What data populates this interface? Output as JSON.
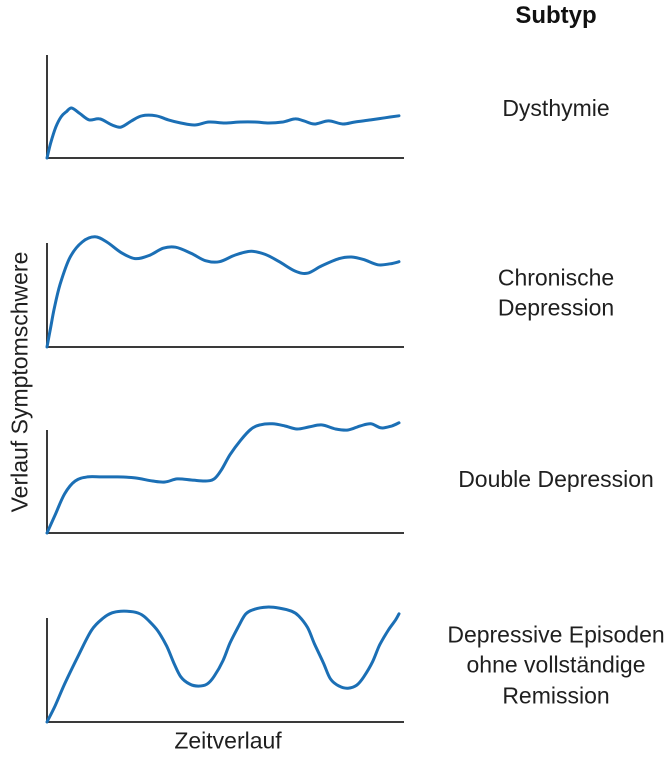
{
  "header": {
    "title": "Subtyp"
  },
  "axes": {
    "y_label": "Verlauf Symptomschwere",
    "x_label": "Zeitverlauf"
  },
  "colors": {
    "curve": "#1b6fb5",
    "axis": "#3a3a3a",
    "text": "#1f1f1f",
    "background": "#ffffff"
  },
  "rows": [
    {
      "label": "Dysthymie"
    },
    {
      "label": "Chronische Depression"
    },
    {
      "label": "Double Depression"
    },
    {
      "label": "Depressive Episoden ohne vollständige Remission"
    }
  ],
  "chart_data": [
    {
      "type": "line",
      "title": "Dysthymie",
      "xlabel": "Zeitverlauf",
      "ylabel": "Verlauf Symptomschwere",
      "x_range": [
        0,
        100
      ],
      "y_range": [
        0,
        100
      ],
      "note": "axes unlabeled; values normalized, 100 = top of y-axis",
      "points": [
        [
          0,
          0
        ],
        [
          1,
          14
        ],
        [
          2.5,
          30
        ],
        [
          4,
          40
        ],
        [
          5.5,
          45
        ],
        [
          7,
          48.5
        ],
        [
          9.4,
          43
        ],
        [
          12,
          37
        ],
        [
          15,
          38
        ],
        [
          18.5,
          32
        ],
        [
          21,
          30
        ],
        [
          24,
          36
        ],
        [
          27,
          41
        ],
        [
          31,
          41
        ],
        [
          34.5,
          37
        ],
        [
          38,
          34
        ],
        [
          42,
          32
        ],
        [
          46,
          35
        ],
        [
          50.5,
          34
        ],
        [
          55,
          35
        ],
        [
          59,
          35
        ],
        [
          63,
          34
        ],
        [
          67,
          35
        ],
        [
          70.5,
          38
        ],
        [
          73,
          36
        ],
        [
          76,
          33
        ],
        [
          80,
          36
        ],
        [
          84,
          33
        ],
        [
          87.5,
          35
        ],
        [
          92,
          37
        ],
        [
          96,
          39
        ],
        [
          100,
          41
        ]
      ]
    },
    {
      "type": "line",
      "title": "Chronische Depression",
      "xlabel": "Zeitverlauf",
      "ylabel": "Verlauf Symptomschwere",
      "x_range": [
        0,
        100
      ],
      "y_range": [
        0,
        100
      ],
      "note": "axes unlabeled; values normalized, 100 = top of y-axis",
      "points": [
        [
          0,
          0
        ],
        [
          1,
          18
        ],
        [
          2,
          36
        ],
        [
          3.7,
          60
        ],
        [
          6.5,
          86
        ],
        [
          10,
          101
        ],
        [
          13.6,
          106
        ],
        [
          17,
          101
        ],
        [
          21,
          91
        ],
        [
          25,
          85
        ],
        [
          29,
          88
        ],
        [
          33,
          95
        ],
        [
          36.5,
          96
        ],
        [
          41,
          90
        ],
        [
          45,
          83
        ],
        [
          49,
          82
        ],
        [
          53.5,
          88.5
        ],
        [
          58,
          92
        ],
        [
          62,
          89
        ],
        [
          66,
          82
        ],
        [
          70.5,
          73
        ],
        [
          74,
          71
        ],
        [
          78,
          78
        ],
        [
          83,
          85
        ],
        [
          86.5,
          86.5
        ],
        [
          90,
          84
        ],
        [
          94,
          79
        ],
        [
          97.5,
          80
        ],
        [
          100,
          82
        ]
      ]
    },
    {
      "type": "line",
      "title": "Double Depression",
      "xlabel": "Zeitverlauf",
      "ylabel": "Verlauf Symptomschwere",
      "x_range": [
        0,
        100
      ],
      "y_range": [
        0,
        100
      ],
      "note": "axes unlabeled; values normalized, 100 = top of y-axis",
      "points": [
        [
          0,
          0
        ],
        [
          2.3,
          17.5
        ],
        [
          5,
          38
        ],
        [
          8,
          50.5
        ],
        [
          11.5,
          54.5
        ],
        [
          15.5,
          54.5
        ],
        [
          20,
          54.5
        ],
        [
          25,
          53.5
        ],
        [
          30,
          50.5
        ],
        [
          33.5,
          49.5
        ],
        [
          37,
          52.5
        ],
        [
          41,
          51.5
        ],
        [
          45,
          50.5
        ],
        [
          47.5,
          52.5
        ],
        [
          49.5,
          61
        ],
        [
          52,
          76
        ],
        [
          55,
          90
        ],
        [
          58,
          101
        ],
        [
          60.5,
          105
        ],
        [
          64,
          106
        ],
        [
          67.5,
          104
        ],
        [
          71,
          101
        ],
        [
          74.5,
          103
        ],
        [
          78,
          105
        ],
        [
          82,
          101
        ],
        [
          85.5,
          100
        ],
        [
          89,
          104
        ],
        [
          92,
          106
        ],
        [
          95,
          102
        ],
        [
          98,
          104
        ],
        [
          100,
          107
        ]
      ]
    },
    {
      "type": "line",
      "title": "Depressive Episoden ohne vollständige Remission",
      "xlabel": "Zeitverlauf",
      "ylabel": "Verlauf Symptomschwere",
      "x_range": [
        0,
        100
      ],
      "y_range": [
        0,
        100
      ],
      "note": "axes unlabeled; values normalized, 100 = top of y-axis",
      "points": [
        [
          0,
          0
        ],
        [
          2.3,
          15.5
        ],
        [
          5,
          36.5
        ],
        [
          9,
          64.5
        ],
        [
          12.7,
          88.5
        ],
        [
          16,
          100
        ],
        [
          18.5,
          105
        ],
        [
          21,
          106.5
        ],
        [
          24.5,
          106
        ],
        [
          27,
          103
        ],
        [
          29,
          97
        ],
        [
          31.5,
          87.5
        ],
        [
          34,
          73
        ],
        [
          36,
          57
        ],
        [
          38,
          43.5
        ],
        [
          40.5,
          36.5
        ],
        [
          43,
          34.5
        ],
        [
          45.5,
          36.5
        ],
        [
          47.5,
          44
        ],
        [
          50,
          59
        ],
        [
          52,
          76
        ],
        [
          54.5,
          92.5
        ],
        [
          56.5,
          104
        ],
        [
          59,
          108.5
        ],
        [
          62.5,
          110.5
        ],
        [
          66,
          109.5
        ],
        [
          69.5,
          106.5
        ],
        [
          71.5,
          102
        ],
        [
          74,
          91
        ],
        [
          76,
          75
        ],
        [
          78.5,
          57
        ],
        [
          80.5,
          41.5
        ],
        [
          83,
          34.5
        ],
        [
          85.5,
          32.5
        ],
        [
          88,
          35.5
        ],
        [
          90,
          43.5
        ],
        [
          92.5,
          58
        ],
        [
          94.5,
          74
        ],
        [
          97,
          88.5
        ],
        [
          99,
          98
        ],
        [
          100,
          104
        ]
      ]
    }
  ]
}
